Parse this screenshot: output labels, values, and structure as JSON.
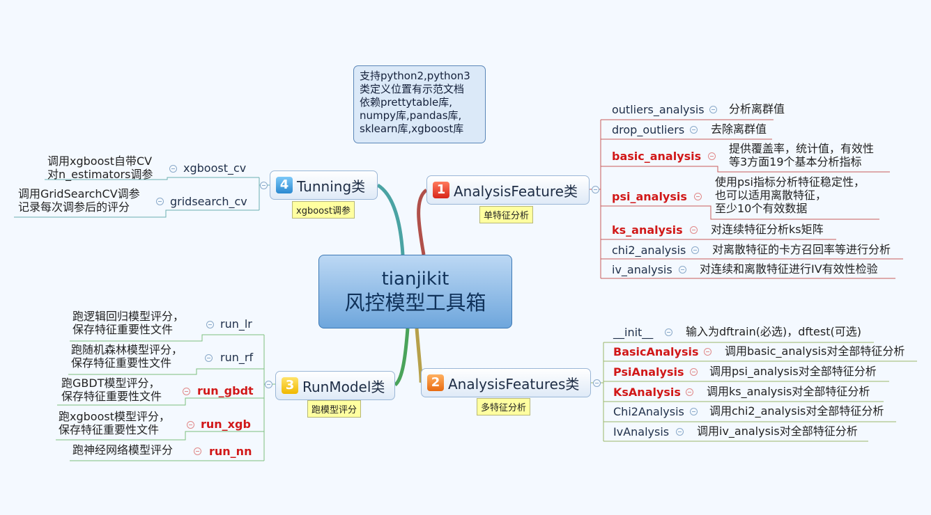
{
  "root": {
    "title": "tianjikit",
    "subtitle": "风控模型工具箱"
  },
  "callout": {
    "lines": [
      "支持python2,python3",
      "类定义位置有示范文档",
      "依赖prettytable库,",
      "numpy库,pandas库,",
      "sklearn库,xgboost库"
    ]
  },
  "branches": {
    "analysis_feature": {
      "badge": "1",
      "label": "AnalysisFeature类",
      "note": "单特征分析",
      "children": [
        {
          "name": "outliers_analysis",
          "desc": [
            "分析离群值"
          ]
        },
        {
          "name": "drop_outliers",
          "desc": [
            "去除离群值"
          ]
        },
        {
          "name": "basic_analysis",
          "desc": [
            "提供覆盖率，统计值，有效性",
            "等3方面19个基本分析指标"
          ]
        },
        {
          "name": "psi_analysis",
          "desc": [
            "使用psi指标分析特征稳定性，",
            "也可以适用离散特征，",
            "至少10个有效数据"
          ]
        },
        {
          "name": "ks_analysis",
          "desc": [
            "对连续特征分析ks矩阵"
          ]
        },
        {
          "name": "chi2_analysis",
          "desc": [
            "对离散特征的卡方召回率等进行分析"
          ]
        },
        {
          "name": "iv_analysis",
          "desc": [
            "对连续和离散特征进行IV有效性检验"
          ]
        }
      ]
    },
    "analysis_features": {
      "badge": "2",
      "label": "AnalysisFeatures类",
      "note": "多特征分析",
      "children": [
        {
          "name": "__init__",
          "desc": [
            "输入为dftrain(必选)，dftest(可选)"
          ]
        },
        {
          "name": "BasicAnalysis",
          "desc": [
            "调用basic_analysis对全部特征分析"
          ]
        },
        {
          "name": "PsiAnalysis",
          "desc": [
            "调用psi_analysis对全部特征分析"
          ]
        },
        {
          "name": "KsAnalysis",
          "desc": [
            "调用ks_analysis对全部特征分析"
          ]
        },
        {
          "name": "Chi2Analysis",
          "desc": [
            "调用chi2_analysis对全部特征分析"
          ]
        },
        {
          "name": "IvAnalysis",
          "desc": [
            "调用iv_analysis对全部特征分析"
          ]
        }
      ]
    },
    "run_model": {
      "badge": "3",
      "label": "RunModel类",
      "note": "跑模型评分",
      "children": [
        {
          "name": "run_lr",
          "desc": [
            "跑逻辑回归模型评分，",
            "保存特征重要性文件"
          ]
        },
        {
          "name": "run_rf",
          "desc": [
            "跑随机森林模型评分，",
            "保存特征重要性文件"
          ]
        },
        {
          "name": "run_gbdt",
          "desc": [
            "跑GBDT模型评分，",
            "保存特征重要性文件"
          ]
        },
        {
          "name": "run_xgb",
          "desc": [
            "跑xgboost模型评分，",
            "保存特征重要性文件"
          ]
        },
        {
          "name": "run_nn",
          "desc": [
            "跑神经网络模型评分"
          ]
        }
      ]
    },
    "tunning": {
      "badge": "4",
      "label": "Tunning类",
      "note": "xgboost调参",
      "children": [
        {
          "name": "xgboost_cv",
          "desc": [
            "调用xgboost自带CV",
            "对n_estimators调参"
          ]
        },
        {
          "name": "gridsearch_cv",
          "desc": [
            "调用GridSearchCV调参",
            "记录每次调参后的评分"
          ]
        }
      ]
    }
  },
  "colors": {
    "branch1": "#b0504a",
    "branch2": "#b6a04a",
    "branch3": "#4aa35a",
    "branch4": "#4aa3a3",
    "highlight": "#d11818"
  }
}
